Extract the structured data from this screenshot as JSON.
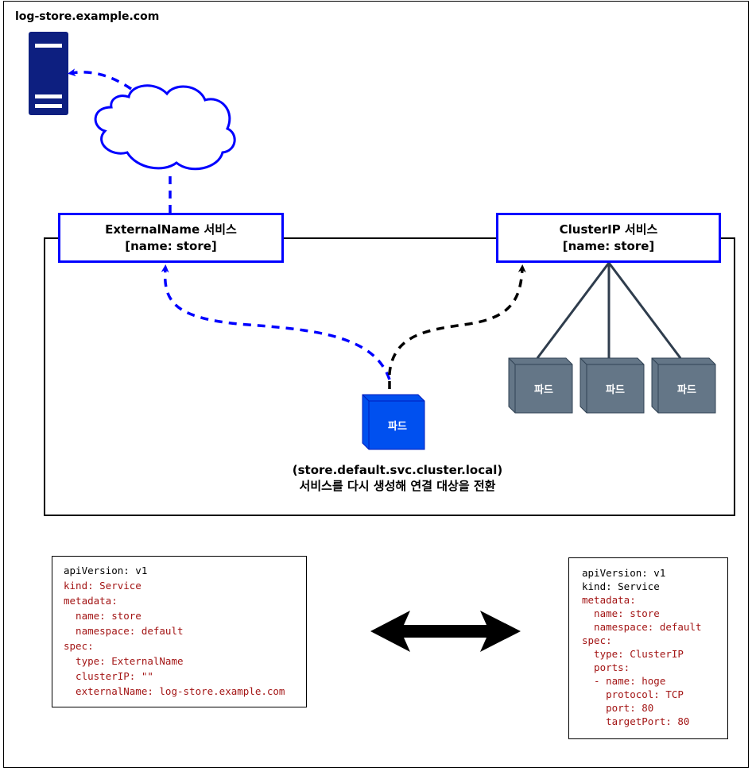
{
  "host_label": "log-store.example.com",
  "external_service": {
    "title": "ExternalName 서비스",
    "subtitle": "[name: store]"
  },
  "clusterip_service": {
    "title": "ClusterIP 서비스",
    "subtitle": "[name: store]"
  },
  "client_pod": {
    "label": "파드"
  },
  "backend_pods": [
    {
      "label": "파드"
    },
    {
      "label": "파드"
    },
    {
      "label": "파드"
    }
  ],
  "caption": {
    "line1": "(store.default.svc.cluster.local)",
    "line2": "서비스를 다시 생성해 연결 대상을 전환"
  },
  "yaml_external": [
    {
      "text": "apiVersion: v1",
      "color": "#000000"
    },
    {
      "text": "kind: Service",
      "color": "#a31515"
    },
    {
      "text": "metadata:",
      "color": "#a31515"
    },
    {
      "text": "  name: store",
      "color": "#a31515"
    },
    {
      "text": "  namespace: default",
      "color": "#a31515"
    },
    {
      "text": "spec:",
      "color": "#a31515"
    },
    {
      "text": "  type: ExternalName",
      "color": "#a31515"
    },
    {
      "text": "  clusterIP: \"\"",
      "color": "#a31515"
    },
    {
      "text": "  externalName: log-store.example.com",
      "color": "#a31515"
    }
  ],
  "yaml_clusterip": [
    {
      "text": "apiVersion: v1",
      "color": "#000000"
    },
    {
      "text": "kind: Service",
      "color": "#000000"
    },
    {
      "text": "metadata:",
      "color": "#a31515"
    },
    {
      "text": "  name: store",
      "color": "#a31515"
    },
    {
      "text": "  namespace: default",
      "color": "#a31515"
    },
    {
      "text": "spec:",
      "color": "#a31515"
    },
    {
      "text": "  type: ClusterIP",
      "color": "#a31515"
    },
    {
      "text": "  ports:",
      "color": "#a31515"
    },
    {
      "text": "  - name: hoge",
      "color": "#a31515"
    },
    {
      "text": "    protocol: TCP",
      "color": "#a31515"
    },
    {
      "text": "    port: 80",
      "color": "#a31515"
    },
    {
      "text": "    targetPort: 80",
      "color": "#a31515"
    }
  ],
  "colors": {
    "accent_blue": "#0000ff",
    "server_navy": "#0d1f80",
    "pod_blue": "#0050ef",
    "pod_gray": "#647687"
  }
}
